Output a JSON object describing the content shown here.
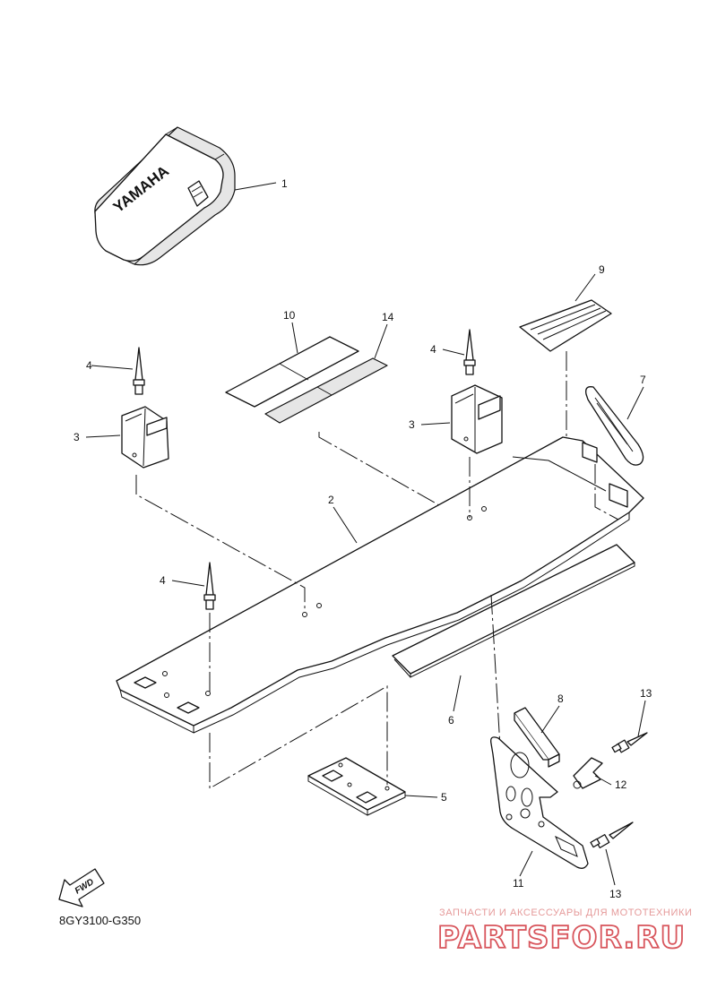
{
  "callouts": {
    "c1": "1",
    "c2": "2",
    "c3a": "3",
    "c3b": "3",
    "c4a": "4",
    "c4b": "4",
    "c4c": "4",
    "c5": "5",
    "c6": "6",
    "c7": "7",
    "c8": "8",
    "c9": "9",
    "c10": "10",
    "c11": "11",
    "c12": "12",
    "c13a": "13",
    "c13b": "13",
    "c14": "14"
  },
  "cover_brand": "YAMAHA",
  "fwd_label": "FWD",
  "diagram_code": "8GY3100-G350",
  "watermark": {
    "tagline": "ЗАПЧАСТИ И АКСЕССУАРЫ ДЛЯ МОТОТЕХНИКИ",
    "site": "PARTSFOR.RU"
  }
}
